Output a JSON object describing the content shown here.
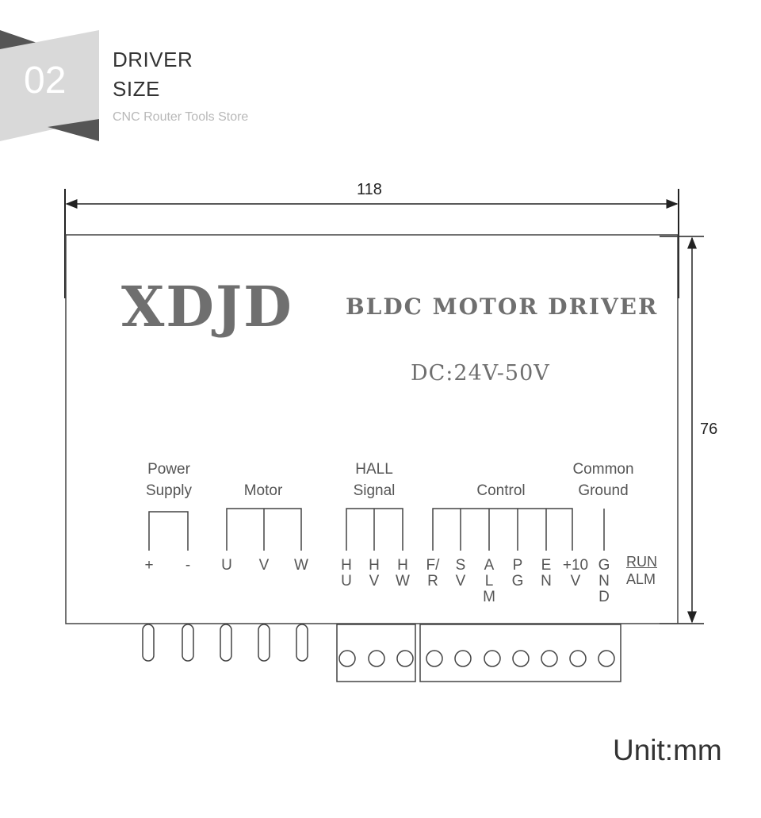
{
  "header": {
    "number": "02",
    "title_line1": "DRIVER",
    "title_line2": "SIZE",
    "store": "CNC Router Tools Store"
  },
  "dimensions": {
    "width": "118",
    "height": "76",
    "unit_label": "Unit:mm"
  },
  "device": {
    "brand": "XDJD",
    "product": "BLDC MOTOR DRIVER",
    "voltage": "DC:24V-50V"
  },
  "groups": [
    {
      "line1": "Power",
      "line2": "Supply"
    },
    {
      "line1": "Motor",
      "line2": ""
    },
    {
      "line1": "HALL",
      "line2": "Signal"
    },
    {
      "line1": "Control",
      "line2": ""
    },
    {
      "line1": "Common",
      "line2": "Ground"
    }
  ],
  "pins": [
    {
      "text": "+"
    },
    {
      "text": "-"
    },
    {
      "text": "U"
    },
    {
      "text": "V"
    },
    {
      "text": "W"
    },
    {
      "text": "H\nU"
    },
    {
      "text": "H\nV"
    },
    {
      "text": "H\nW"
    },
    {
      "text": "F/\nR"
    },
    {
      "text": "S\nV"
    },
    {
      "text": "A\nL\nM"
    },
    {
      "text": "P\nG"
    },
    {
      "text": "E\nN"
    },
    {
      "text": "+10\nV"
    },
    {
      "text": "G\nN\nD"
    }
  ],
  "indicator": {
    "run": "RUN",
    "alm": "ALM"
  },
  "colors": {
    "badge_light": "#d9d9d9",
    "badge_dark": "#555555",
    "line": "#333333",
    "text_gray": "#6f6f6f"
  }
}
